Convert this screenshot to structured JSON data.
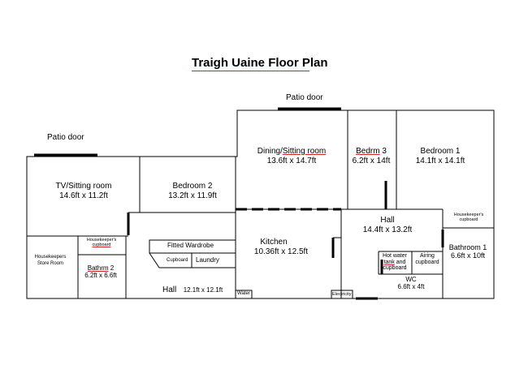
{
  "title": "Traigh Uaine Floor Plan",
  "doors": {
    "patio_left": "Patio door",
    "patio_top": "Patio door"
  },
  "rooms": {
    "tv_sitting": {
      "name": "TV/Sitting room",
      "size": "14.6ft x 11.2ft"
    },
    "bedroom2": {
      "name": "Bedroom 2",
      "size": "13.2ft x 11.9ft"
    },
    "dining": {
      "name_prefix": "Dining/",
      "name_suffix": "Sitting room",
      "size": "13.6ft x 14.7ft"
    },
    "bedrm3": {
      "name_prefix": "Bedrm",
      "name_suffix": " 3",
      "size": "6.2ft x 14ft"
    },
    "bedroom1": {
      "name": "Bedroom 1",
      "size": "14.1ft x 14.1ft"
    },
    "hall_right": {
      "name": "Hall",
      "size": "14.4ft x 13.2ft"
    },
    "housekeeper_cupboard_right": {
      "line1": "Housekeeper's",
      "line2": "cupboard"
    },
    "bathroom1": {
      "name": "Bathroom 1",
      "size": "6.6ft x 10ft"
    },
    "hot_water": {
      "line1": "Hot water",
      "line2_a": "tank",
      "line2_b": " and",
      "line3": "cupboard"
    },
    "airing": {
      "line1": "Airing",
      "line2": "cupboard"
    },
    "wc": {
      "name": "WC",
      "size": "6.6ft x 4ft"
    },
    "kitchen": {
      "name": "Kitchen",
      "size": "10.36ft x 12.5ft"
    },
    "fitted_wardrobe": "Fitted Wardrobe",
    "cupboard": "Cupboard",
    "laundry": "Laundry",
    "hall_left": {
      "name": "Hall",
      "size": "12.1ft x 12.1ft"
    },
    "housekeepers_store": {
      "line1": "Housekeepers",
      "line2": "Store Room"
    },
    "housekeeper_cupboard_left": {
      "line1": "Housekeeper's",
      "line2": "cupboard"
    },
    "bathrm2": {
      "name_a": "Bathrm",
      "name_b": " 2",
      "size": "6.2ft x 6.6ft"
    },
    "water": "Water",
    "electricity": "Electricity"
  }
}
